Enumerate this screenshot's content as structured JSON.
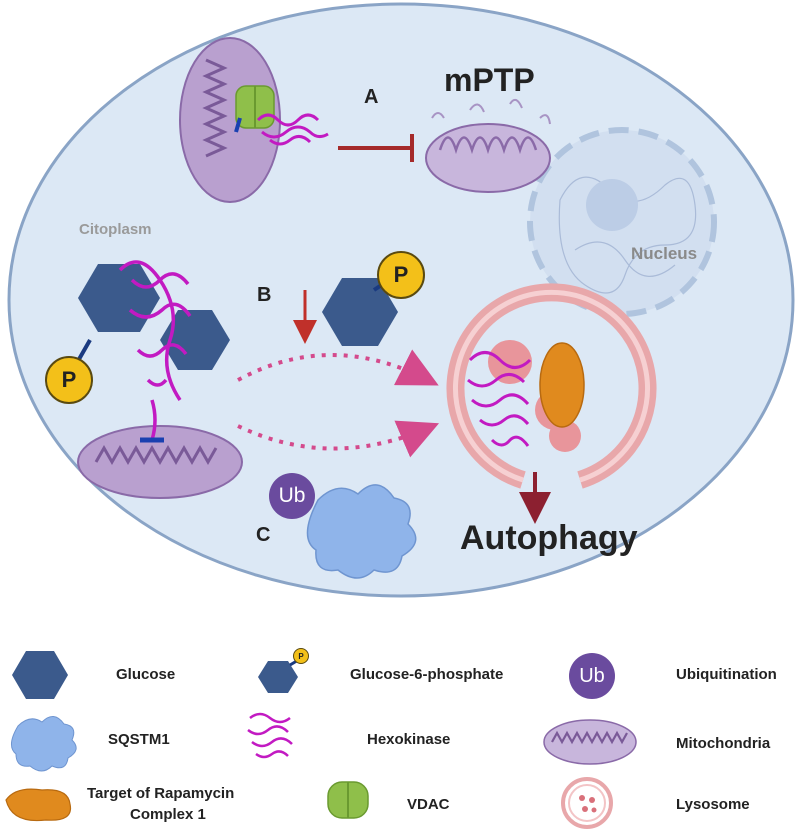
{
  "diagram": {
    "labels": {
      "A": "A",
      "B": "B",
      "C": "C",
      "mptp": "mPTP",
      "citoplasm": "Citoplasm",
      "nucleus": "Nucleus",
      "autophagy": "Autophagy",
      "phosphate": "P",
      "ub": "Ub"
    }
  },
  "legend": {
    "items": [
      {
        "label": "Glucose",
        "icon": "glucose-icon"
      },
      {
        "label": "Glucose-6-phosphate",
        "icon": "glucose-6-phosphate-icon",
        "icon_text": "P"
      },
      {
        "label": "Ubiquitination",
        "icon": "ubiquitin-icon",
        "icon_text": "Ub"
      },
      {
        "label": "SQSTM1",
        "icon": "sqstm1-icon"
      },
      {
        "label": "Hexokinase",
        "icon": "hexokinase-icon"
      },
      {
        "label": "Mitochondria",
        "icon": "mitochondria-icon"
      },
      {
        "label_line1": "Target of Rapamycin",
        "label_line2": "Complex 1",
        "icon": "mtorc1-icon"
      },
      {
        "label": "VDAC",
        "icon": "vdac-icon"
      },
      {
        "label": "Lysosome",
        "icon": "lysosome-icon"
      }
    ]
  },
  "colors": {
    "cell_fill": "#dce8f5",
    "cell_border": "#8aa4c6",
    "hexagon": "#3b5a8c",
    "phosphate": "#f3c019",
    "ubiquitin": "#6a4b9e",
    "hexokinase": "#c21ac2",
    "mitochondria": "#b9a0cf",
    "inhibition": "#a52a2a",
    "dotted_arrow": "#d44a8c",
    "lysosome": "#e8a7aa",
    "mtorc1": "#e08a1e",
    "vdac": "#8fbf4a",
    "sqstm1": "#8fb4ea"
  }
}
